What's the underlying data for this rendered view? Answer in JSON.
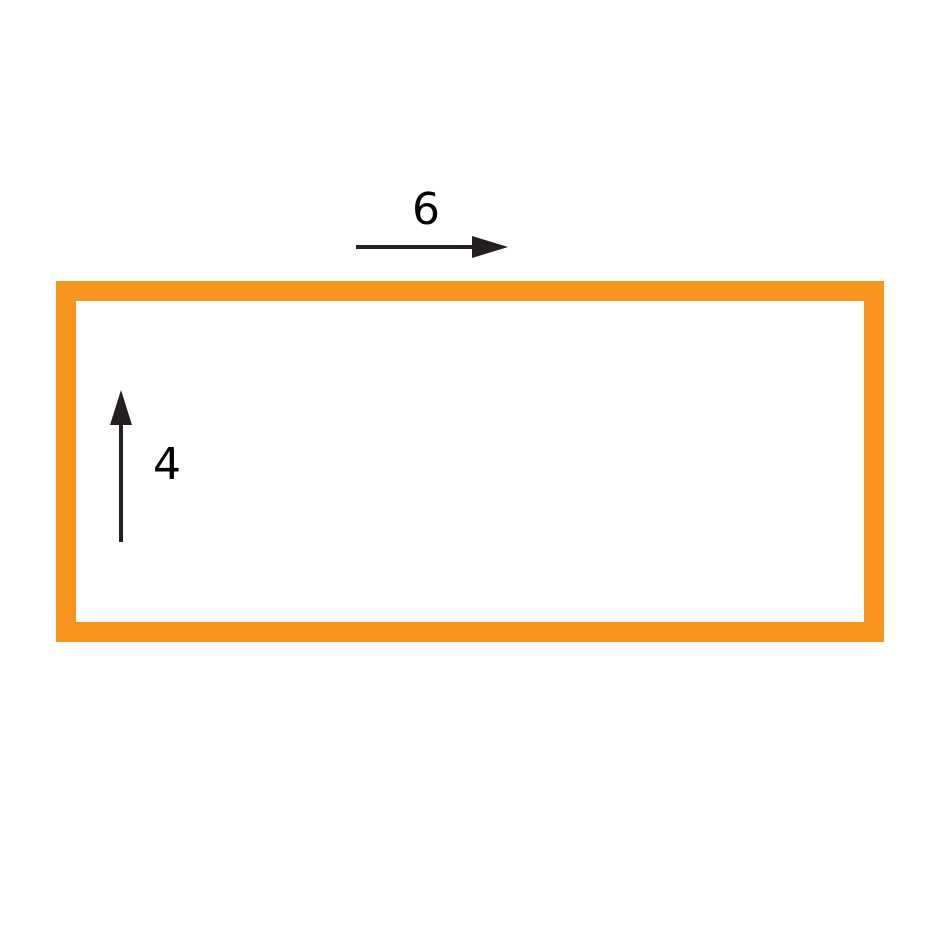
{
  "diagram": {
    "rectangle": {
      "stroke_color": "#F7941D",
      "fill_color": "#FFFFFF"
    },
    "arrows": {
      "horizontal": {
        "label": "6",
        "direction": "right",
        "color": "#231F20"
      },
      "vertical": {
        "label": "4",
        "direction": "up",
        "color": "#231F20"
      }
    }
  }
}
